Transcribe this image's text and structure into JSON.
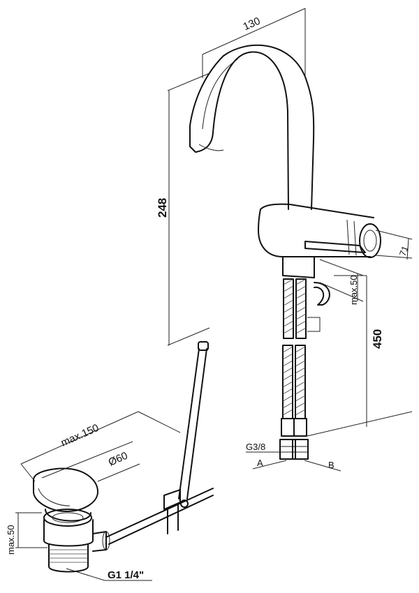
{
  "dimensions": {
    "spout_reach": "130",
    "height_total": "248",
    "handle_dia": "71",
    "under_body": "max.50",
    "hose_length": "450",
    "waste_width": "max.150",
    "waste_dia": "Ø60",
    "waste_height": "max.50"
  },
  "labels": {
    "connection": "G3/8",
    "port_a": "A",
    "port_b": "B",
    "waste_thread": "G1 1/4\""
  }
}
